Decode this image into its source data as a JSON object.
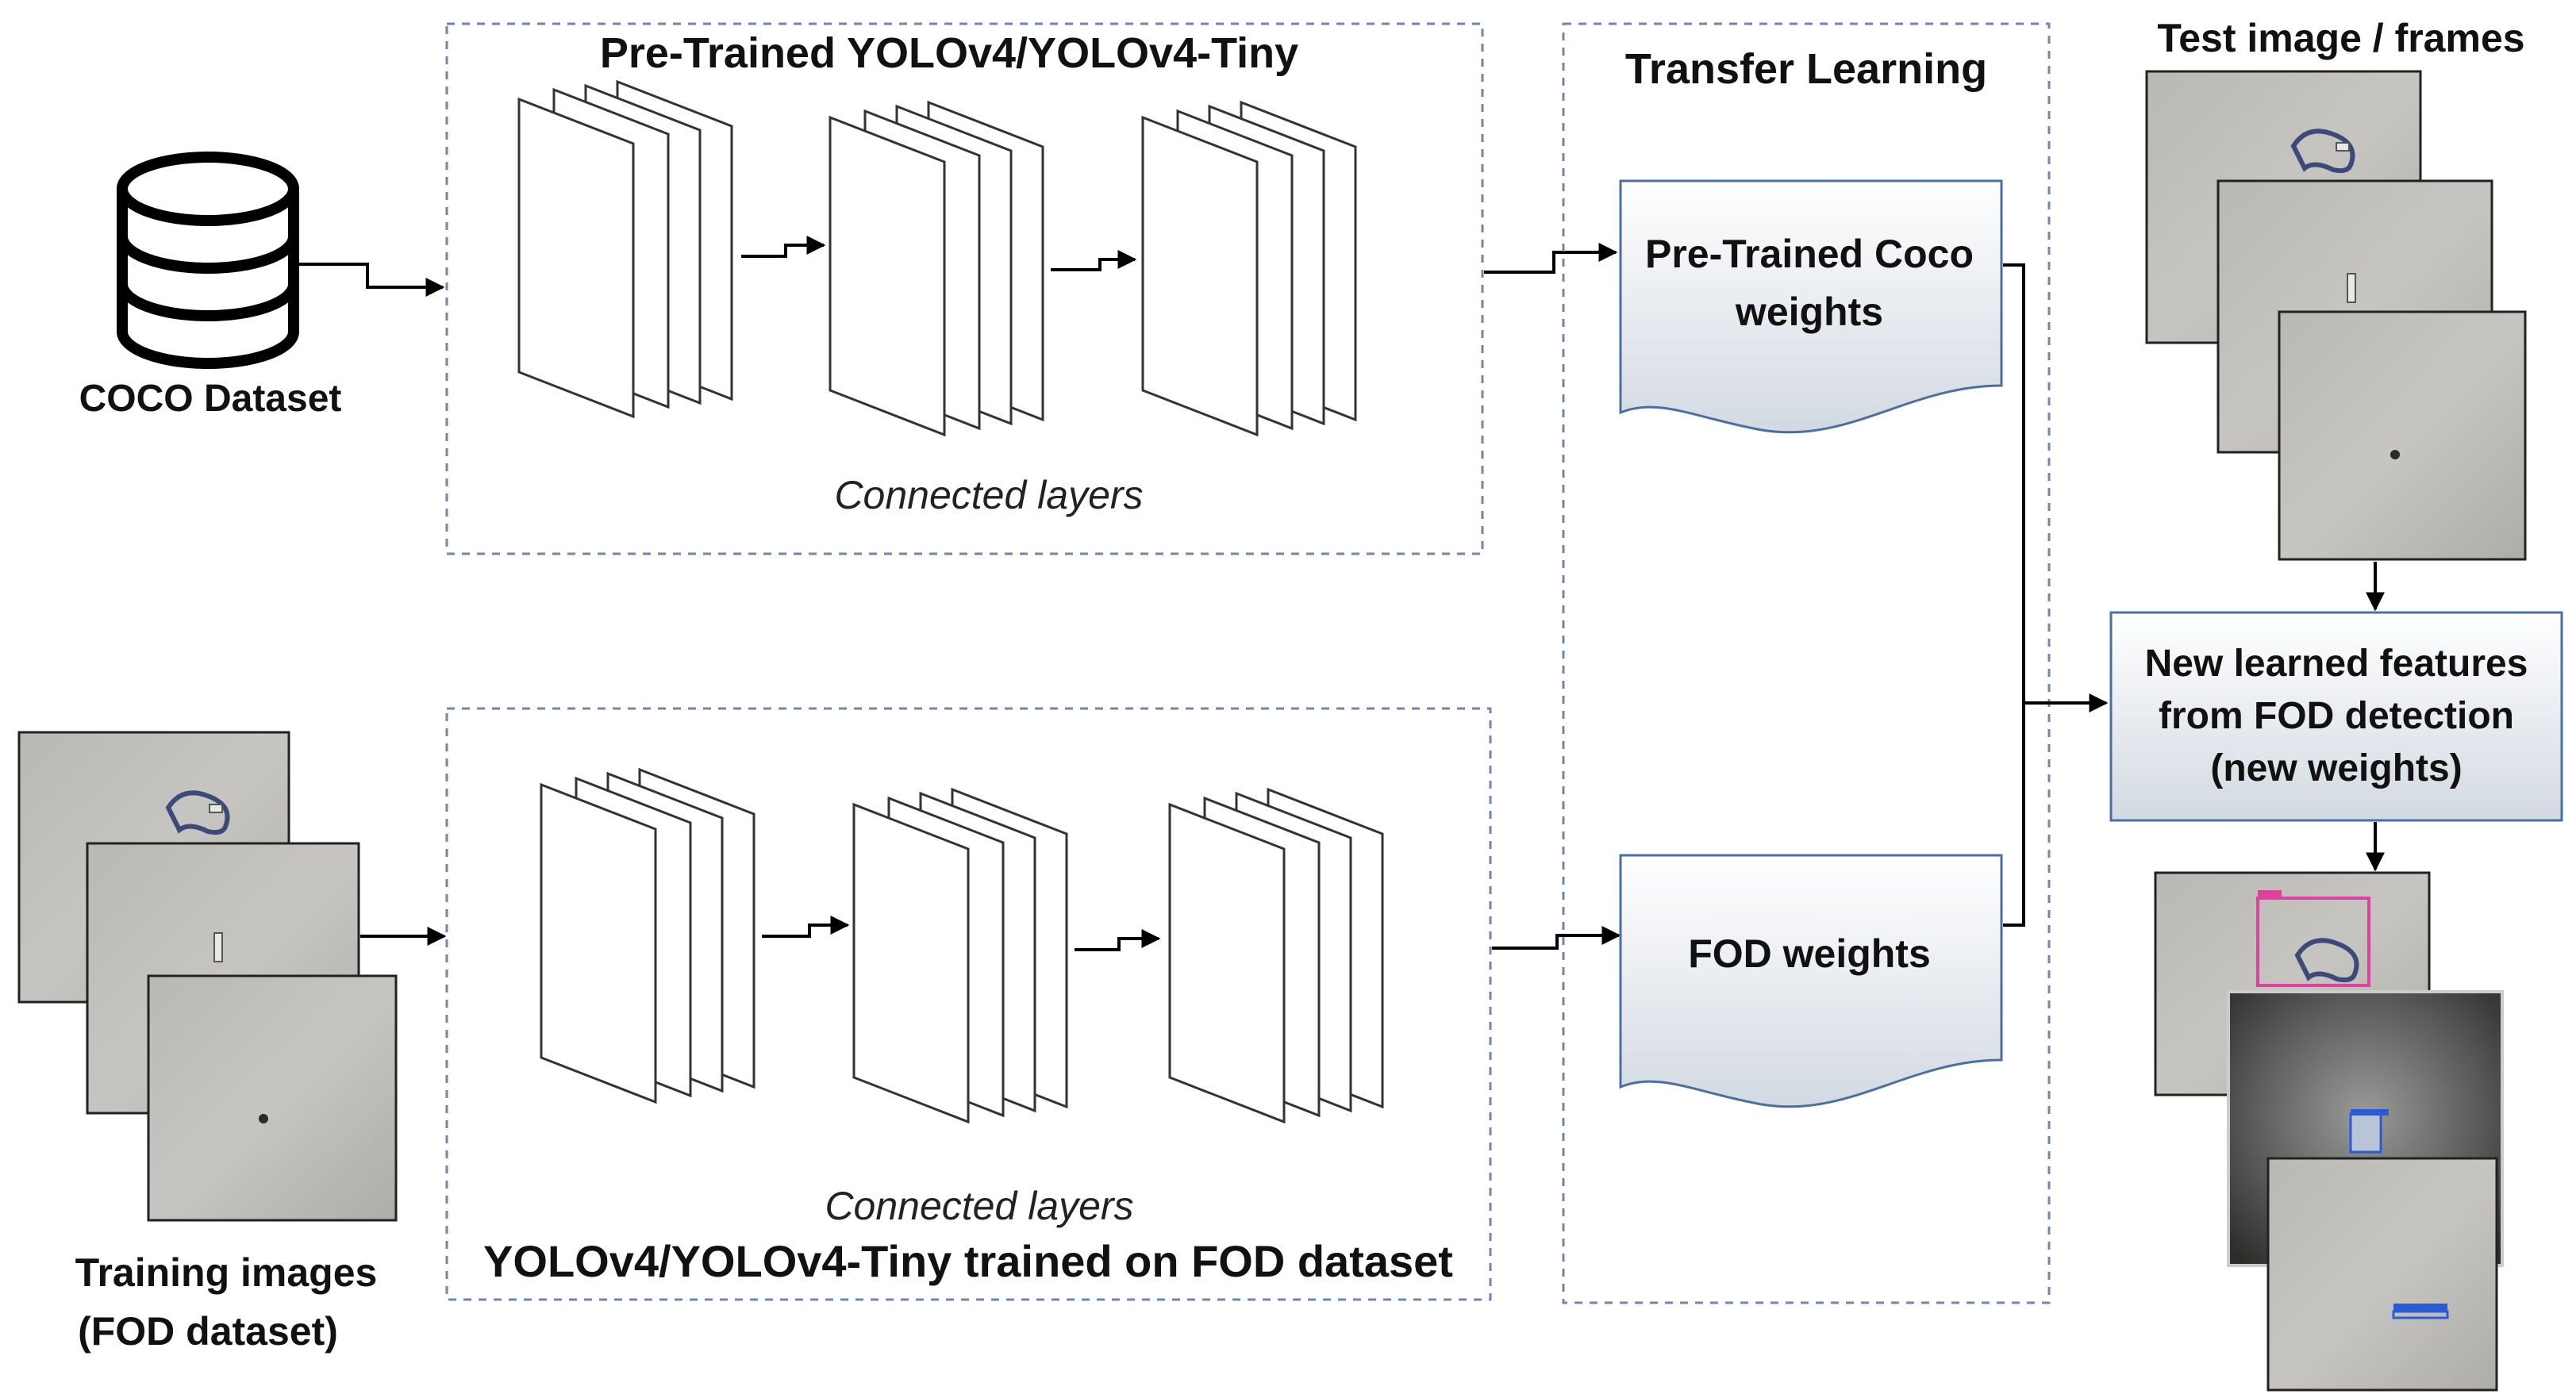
{
  "labels": {
    "coco_dataset": "COCO Dataset",
    "pretrained_title": "Pre-Trained YOLOv4/YOLOv4-Tiny",
    "connected_layers_top": "Connected layers",
    "connected_layers_bottom": "Connected layers",
    "trained_title": "YOLOv4/YOLOv4-Tiny trained on FOD dataset",
    "transfer_learning": "Transfer Learning",
    "coco_weights_line1": "Pre-Trained Coco",
    "coco_weights_line2": "weights",
    "fod_weights": "FOD weights",
    "test_images": "Test image / frames",
    "new_features_line1": "New learned features",
    "new_features_line2": "from FOD detection",
    "new_features_line3": "(new weights)",
    "training_images_line1": "Training images",
    "training_images_line2": "(FOD dataset)"
  },
  "colors": {
    "dashed_border": "#6f86b4",
    "weights_box_border": "#4a6fa5",
    "box_fill_top": "#ffffff",
    "box_fill_bottom": "#d6dce4",
    "detection_box": "#e040a0",
    "detection_box_2": "#2a5bd7"
  }
}
